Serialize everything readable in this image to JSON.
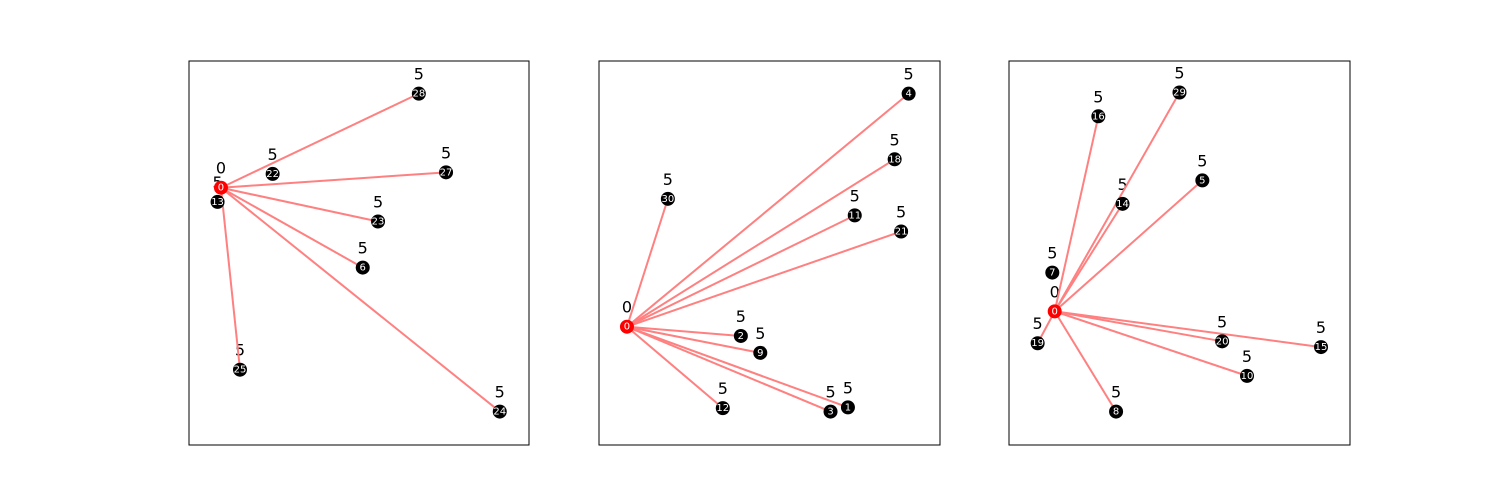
{
  "colors": {
    "edge": "#ff8080",
    "root_node": "#ff0000",
    "leaf_node": "#000000",
    "node_text": "#ffffff",
    "frame": "#000000"
  },
  "chart_data": [
    {
      "type": "network",
      "root": "0",
      "root_value": "0",
      "nodes": [
        {
          "id": "0",
          "x": 0.094,
          "y": 0.67,
          "value": "0",
          "root": true
        },
        {
          "id": "13",
          "x": 0.084,
          "y": 0.633,
          "value": "5"
        },
        {
          "id": "22",
          "x": 0.246,
          "y": 0.706,
          "value": "5"
        },
        {
          "id": "28",
          "x": 0.676,
          "y": 0.915,
          "value": "5"
        },
        {
          "id": "27",
          "x": 0.756,
          "y": 0.71,
          "value": "5"
        },
        {
          "id": "23",
          "x": 0.556,
          "y": 0.582,
          "value": "5"
        },
        {
          "id": "6",
          "x": 0.511,
          "y": 0.462,
          "value": "5"
        },
        {
          "id": "25",
          "x": 0.15,
          "y": 0.196,
          "value": "5"
        },
        {
          "id": "24",
          "x": 0.914,
          "y": 0.087,
          "value": "5"
        }
      ],
      "edges": [
        [
          "0",
          "28"
        ],
        [
          "0",
          "27"
        ],
        [
          "0",
          "23"
        ],
        [
          "0",
          "6"
        ],
        [
          "0",
          "24"
        ],
        [
          "0",
          "25"
        ]
      ]
    },
    {
      "type": "network",
      "root": "0",
      "root_value": "0",
      "nodes": [
        {
          "id": "0",
          "x": 0.082,
          "y": 0.308,
          "value": "0",
          "root": true
        },
        {
          "id": "30",
          "x": 0.202,
          "y": 0.641,
          "value": "5"
        },
        {
          "id": "4",
          "x": 0.908,
          "y": 0.915,
          "value": "5"
        },
        {
          "id": "18",
          "x": 0.867,
          "y": 0.744,
          "value": "5"
        },
        {
          "id": "11",
          "x": 0.75,
          "y": 0.598,
          "value": "5"
        },
        {
          "id": "21",
          "x": 0.886,
          "y": 0.556,
          "value": "5"
        },
        {
          "id": "2",
          "x": 0.416,
          "y": 0.284,
          "value": "5"
        },
        {
          "id": "9",
          "x": 0.473,
          "y": 0.24,
          "value": "5"
        },
        {
          "id": "12",
          "x": 0.363,
          "y": 0.096,
          "value": "5"
        },
        {
          "id": "3",
          "x": 0.679,
          "y": 0.087,
          "value": "5"
        },
        {
          "id": "1",
          "x": 0.73,
          "y": 0.098,
          "value": "5"
        }
      ],
      "edges": [
        [
          "0",
          "30"
        ],
        [
          "0",
          "4"
        ],
        [
          "0",
          "18"
        ],
        [
          "0",
          "11"
        ],
        [
          "0",
          "21"
        ],
        [
          "0",
          "2"
        ],
        [
          "0",
          "9"
        ],
        [
          "0",
          "12"
        ],
        [
          "0",
          "3"
        ],
        [
          "0",
          "1"
        ]
      ]
    },
    {
      "type": "network",
      "root": "0",
      "root_value": "0",
      "nodes": [
        {
          "id": "0",
          "x": 0.134,
          "y": 0.348,
          "value": "0",
          "root": true
        },
        {
          "id": "7",
          "x": 0.127,
          "y": 0.449,
          "value": "5"
        },
        {
          "id": "19",
          "x": 0.084,
          "y": 0.265,
          "value": "5"
        },
        {
          "id": "16",
          "x": 0.262,
          "y": 0.856,
          "value": "5"
        },
        {
          "id": "29",
          "x": 0.5,
          "y": 0.918,
          "value": "5"
        },
        {
          "id": "14",
          "x": 0.333,
          "y": 0.628,
          "value": "5"
        },
        {
          "id": "5",
          "x": 0.567,
          "y": 0.689,
          "value": "5"
        },
        {
          "id": "20",
          "x": 0.625,
          "y": 0.27,
          "value": "5"
        },
        {
          "id": "15",
          "x": 0.915,
          "y": 0.255,
          "value": "5"
        },
        {
          "id": "10",
          "x": 0.698,
          "y": 0.18,
          "value": "5"
        },
        {
          "id": "8",
          "x": 0.314,
          "y": 0.087,
          "value": "5"
        }
      ],
      "edges": [
        [
          "0",
          "19"
        ],
        [
          "0",
          "16"
        ],
        [
          "0",
          "29"
        ],
        [
          "0",
          "14"
        ],
        [
          "0",
          "5"
        ],
        [
          "0",
          "20"
        ],
        [
          "0",
          "15"
        ],
        [
          "0",
          "10"
        ],
        [
          "0",
          "8"
        ]
      ]
    }
  ]
}
